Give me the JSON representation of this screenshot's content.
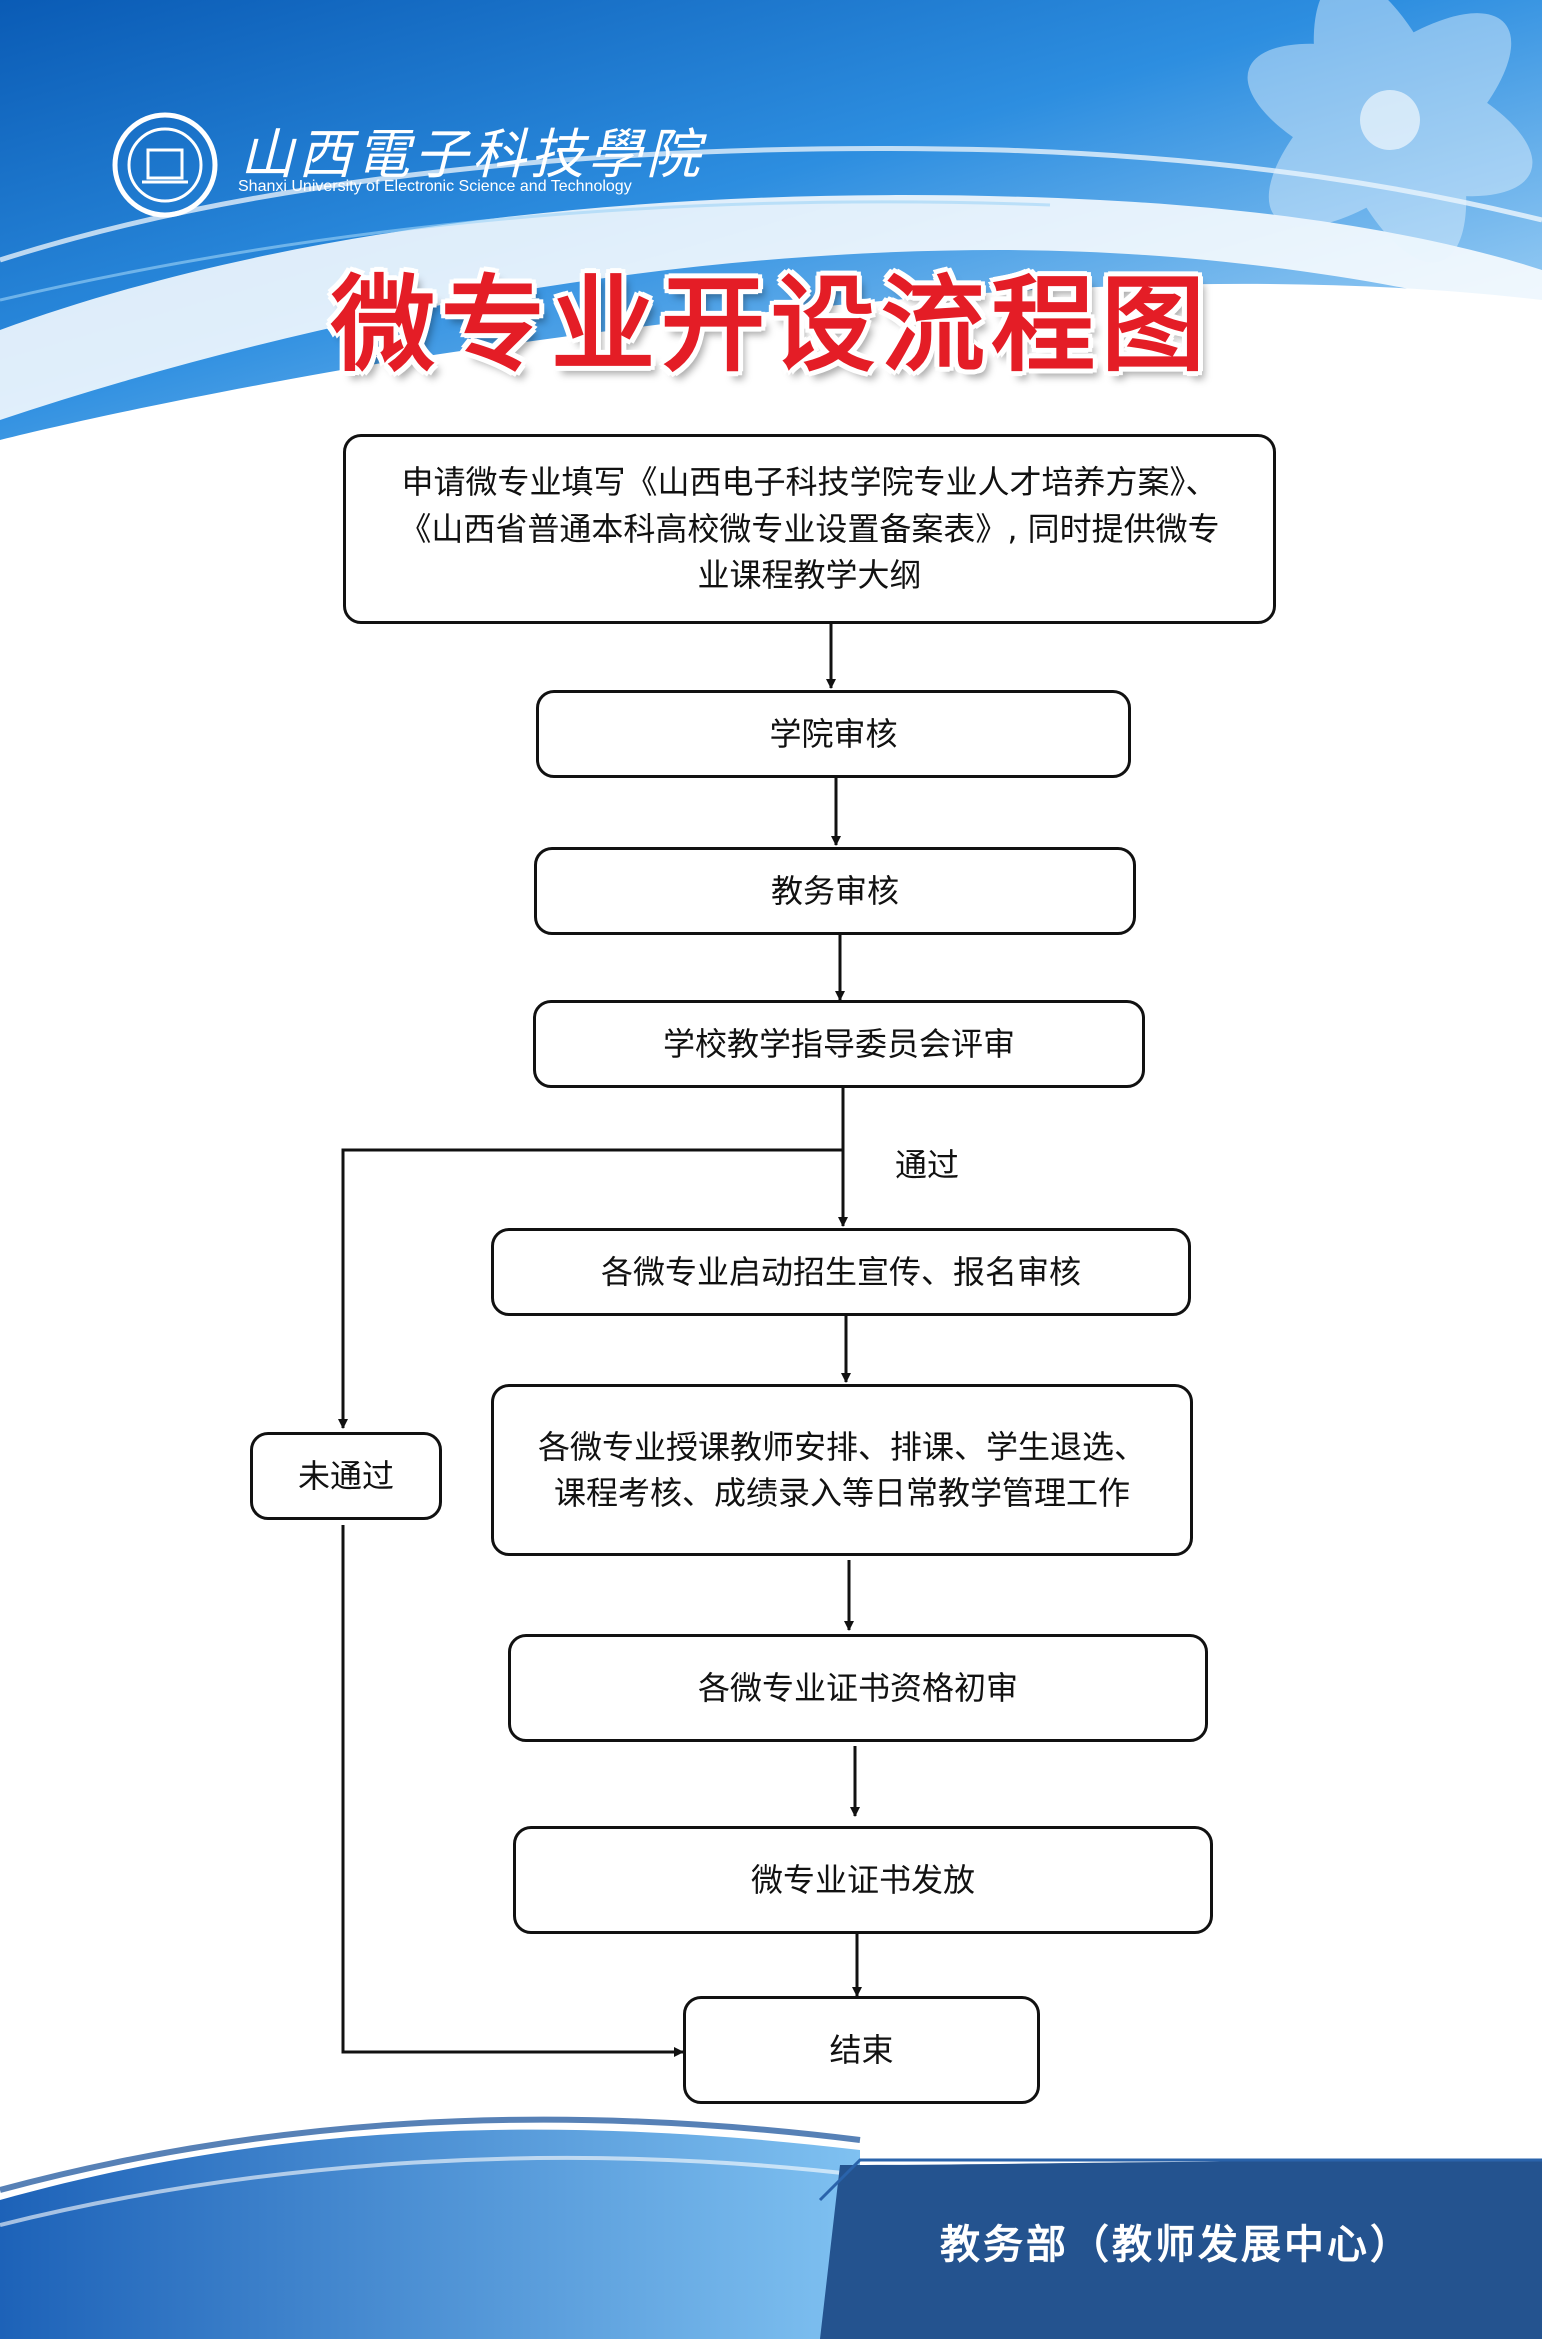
{
  "header": {
    "school_name_cn": "山西電子科技學院",
    "school_name_en": "Shanxi University of Electronic Science and Technology",
    "title": "微专业开设流程图"
  },
  "flow": {
    "step1": {
      "line1": "申请微专业填写《山西电子科技学院专业人才培养方案》、",
      "line2": "《山西省普通本科高校微专业设置备案表》, 同时提供微专",
      "line3": "业课程教学大纲"
    },
    "step2": "学院审核",
    "step3": "教务审核",
    "step4": "学校教学指导委员会评审",
    "pass_label": "通过",
    "fail_label": "未通过",
    "step5": "各微专业启动招生宣传、报名审核",
    "step6": {
      "line1": "各微专业授课教师安排、排课、学生退选、",
      "line2": "课程考核、成绩录入等日常教学管理工作"
    },
    "step7": "各微专业证书资格初审",
    "step8": "微专业证书发放",
    "end": "结束"
  },
  "footer": {
    "department": "教务部（教师发展中心）"
  },
  "colors": {
    "title_red": "#e41d26",
    "header_blue": "#1a6fc4",
    "footer_blue": "#24538f"
  }
}
